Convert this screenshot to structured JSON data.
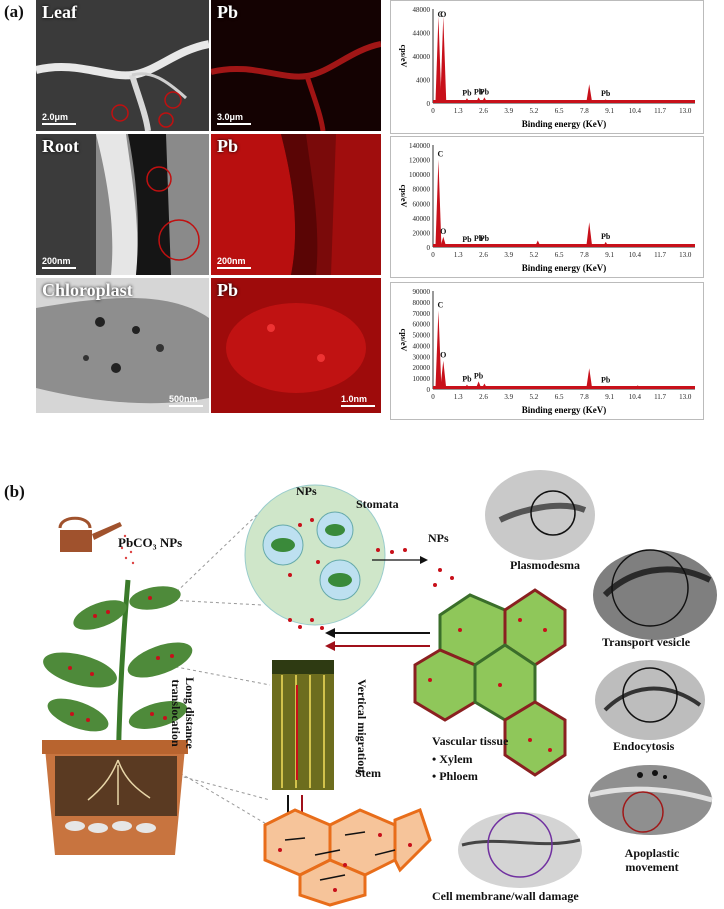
{
  "panel_a": {
    "label": "(a)",
    "rows": [
      {
        "name": "Leaf",
        "pb": "Pb",
        "scale_left": "2.0μm",
        "scale_right": "3.0μm"
      },
      {
        "name": "Root",
        "pb": "Pb",
        "scale_left": "200nm",
        "scale_right": "200nm"
      },
      {
        "name": "Chloroplast",
        "pb": "Pb",
        "scale_left": "500nm",
        "scale_right": "1.0nm"
      }
    ]
  },
  "chart_data": [
    {
      "type": "bar",
      "ylabel": "cps/eV",
      "xlabel": "Binding energy (KeV)",
      "yticks": [
        "0",
        "4000",
        "40000",
        "44000",
        "48000"
      ],
      "xticks": [
        "0",
        "1.3",
        "2.6",
        "3.9",
        "5.2",
        "6.5",
        "7.8",
        "9.1",
        "10.4",
        "11.7",
        "13.0"
      ],
      "xlim": [
        0,
        13.5
      ],
      "peaks": [
        {
          "x": 0.28,
          "h": 0.92,
          "label": "C"
        },
        {
          "x": 0.53,
          "h": 0.92,
          "label": "O"
        },
        {
          "x": 1.75,
          "h": 0.05,
          "label": "Pb"
        },
        {
          "x": 2.35,
          "h": 0.06,
          "label": "Pb"
        },
        {
          "x": 2.65,
          "h": 0.06,
          "label": "Pb"
        },
        {
          "x": 8.05,
          "h": 0.2,
          "label": ""
        },
        {
          "x": 8.9,
          "h": 0.04,
          "label": "Pb"
        }
      ]
    },
    {
      "type": "bar",
      "ylabel": "cps/eV",
      "xlabel": "Binding energy (KeV)",
      "yticks": [
        "0",
        "20000",
        "40000",
        "60000",
        "80000",
        "100000",
        "120000",
        "140000"
      ],
      "xticks": [
        "0",
        "1.3",
        "2.6",
        "3.9",
        "5.2",
        "6.5",
        "7.8",
        "9.1",
        "10.4",
        "11.7",
        "13.0"
      ],
      "xlim": [
        0,
        13.5
      ],
      "ylim": [
        0,
        140000
      ],
      "peaks": [
        {
          "x": 0.28,
          "h": 120000,
          "label": "C"
        },
        {
          "x": 0.53,
          "h": 14000,
          "label": "O"
        },
        {
          "x": 1.75,
          "h": 3000,
          "label": "Pb"
        },
        {
          "x": 2.35,
          "h": 4000,
          "label": "Pb"
        },
        {
          "x": 2.65,
          "h": 4000,
          "label": "Pb"
        },
        {
          "x": 5.4,
          "h": 9000,
          "label": ""
        },
        {
          "x": 8.05,
          "h": 34000,
          "label": ""
        },
        {
          "x": 8.9,
          "h": 7000,
          "label": "Pb"
        }
      ]
    },
    {
      "type": "bar",
      "ylabel": "cps/eV",
      "xlabel": "Binding energy (KeV)",
      "yticks": [
        "0",
        "10000",
        "20000",
        "30000",
        "40000",
        "50000",
        "60000",
        "70000",
        "80000",
        "90000"
      ],
      "xticks": [
        "0",
        "1.3",
        "2.6",
        "3.9",
        "5.2",
        "6.5",
        "7.8",
        "9.1",
        "10.4",
        "11.7",
        "13.0"
      ],
      "xlim": [
        0,
        13.5
      ],
      "ylim": [
        0,
        90000
      ],
      "peaks": [
        {
          "x": 0.28,
          "h": 72000,
          "label": "C"
        },
        {
          "x": 0.53,
          "h": 26000,
          "label": "O"
        },
        {
          "x": 1.75,
          "h": 4000,
          "label": "Pb"
        },
        {
          "x": 2.35,
          "h": 7000,
          "label": "Pb"
        },
        {
          "x": 2.65,
          "h": 5000,
          "label": ""
        },
        {
          "x": 8.05,
          "h": 19000,
          "label": ""
        },
        {
          "x": 8.9,
          "h": 3000,
          "label": "Pb"
        },
        {
          "x": 10.55,
          "h": 3500,
          "label": ""
        },
        {
          "x": 12.6,
          "h": 2000,
          "label": ""
        }
      ]
    }
  ],
  "panel_b": {
    "label": "(b)",
    "pbco3": "PbCO₃ NPs",
    "nps_top": "NPs",
    "stomata": "Stomata",
    "nps_right": "NPs",
    "long_distance": "Long distance translocation",
    "vertical": "Vertical migration",
    "stem": "Stem",
    "vascular": "Vascular tissue",
    "xylem": "Xylem",
    "phloem": "Phloem",
    "plasmodesma": "Plasmodesma",
    "transport": "Transport vesicle",
    "endocytosis": "Endocytosis",
    "apoplastic": "Apoplastic movement",
    "membrane": "Cell membrane/wall damage",
    "colors": {
      "pb_red": "#c8101a",
      "leaf_green": "#4e8a3a",
      "cell_green": "#8fc75a",
      "cell_orange": "#f6c49a"
    }
  }
}
